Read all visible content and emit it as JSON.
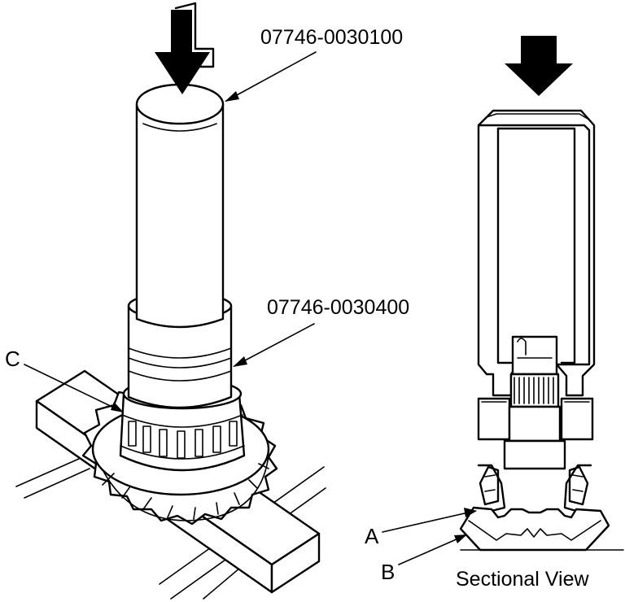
{
  "labels": {
    "tool_upper": "07746-0030100",
    "tool_lower": "07746-0030400",
    "callout_a": "A",
    "callout_b": "B",
    "callout_c": "C",
    "section_caption": "Sectional View"
  },
  "colors": {
    "ink": "#000000",
    "paper": "#ffffff"
  },
  "icons": {
    "press_arrow_left": "down-arrow-icon",
    "press_arrow_right": "down-arrow-icon"
  }
}
